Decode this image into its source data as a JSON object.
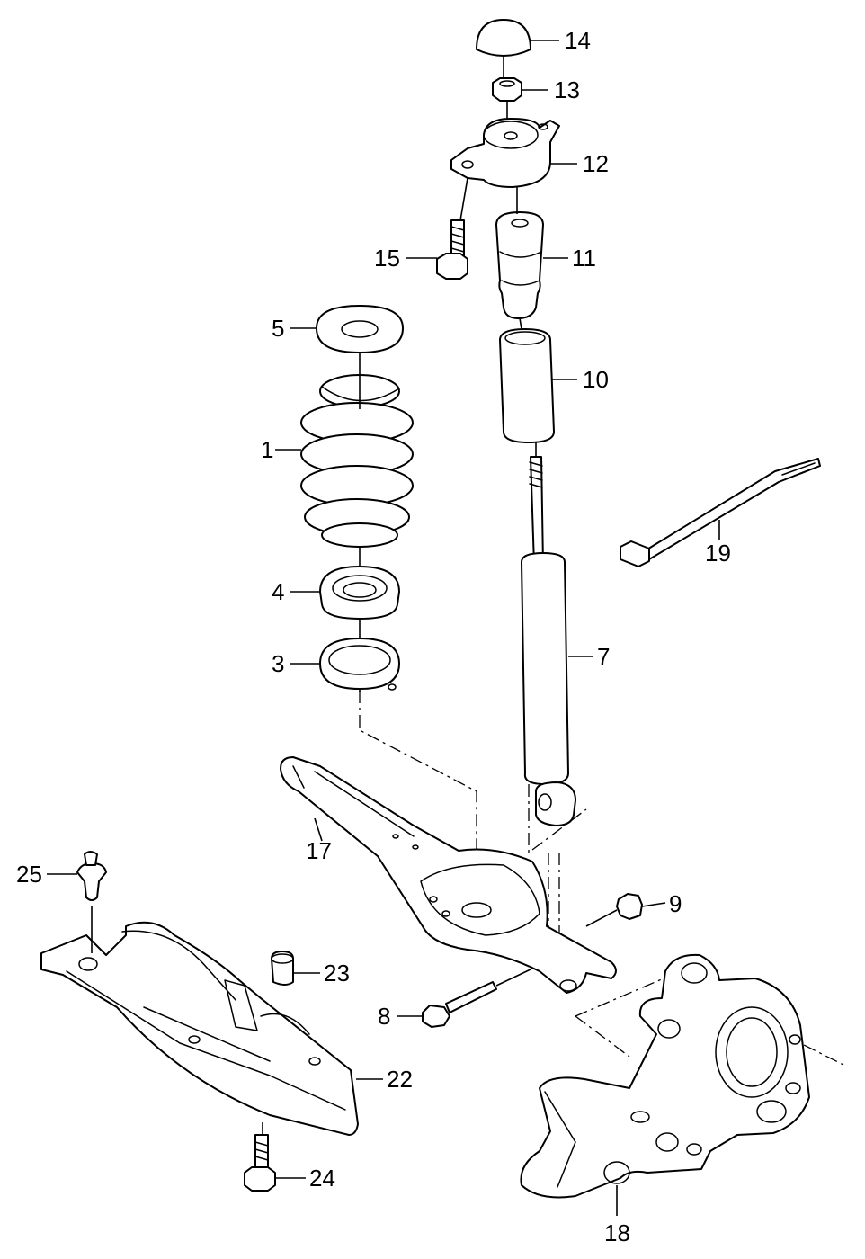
{
  "diagram": {
    "callouts": [
      {
        "id": "c1",
        "label": "1"
      },
      {
        "id": "c3",
        "label": "3"
      },
      {
        "id": "c4",
        "label": "4"
      },
      {
        "id": "c5",
        "label": "5"
      },
      {
        "id": "c7",
        "label": "7"
      },
      {
        "id": "c8",
        "label": "8"
      },
      {
        "id": "c9",
        "label": "9"
      },
      {
        "id": "c10",
        "label": "10"
      },
      {
        "id": "c11",
        "label": "11"
      },
      {
        "id": "c12",
        "label": "12"
      },
      {
        "id": "c13",
        "label": "13"
      },
      {
        "id": "c14",
        "label": "14"
      },
      {
        "id": "c15",
        "label": "15"
      },
      {
        "id": "c17",
        "label": "17"
      },
      {
        "id": "c18",
        "label": "18"
      },
      {
        "id": "c19",
        "label": "19"
      },
      {
        "id": "c22",
        "label": "22"
      },
      {
        "id": "c23",
        "label": "23"
      },
      {
        "id": "c24",
        "label": "24"
      },
      {
        "id": "c25",
        "label": "25"
      }
    ],
    "colors": {
      "line": "#000000",
      "background": "#ffffff"
    }
  }
}
